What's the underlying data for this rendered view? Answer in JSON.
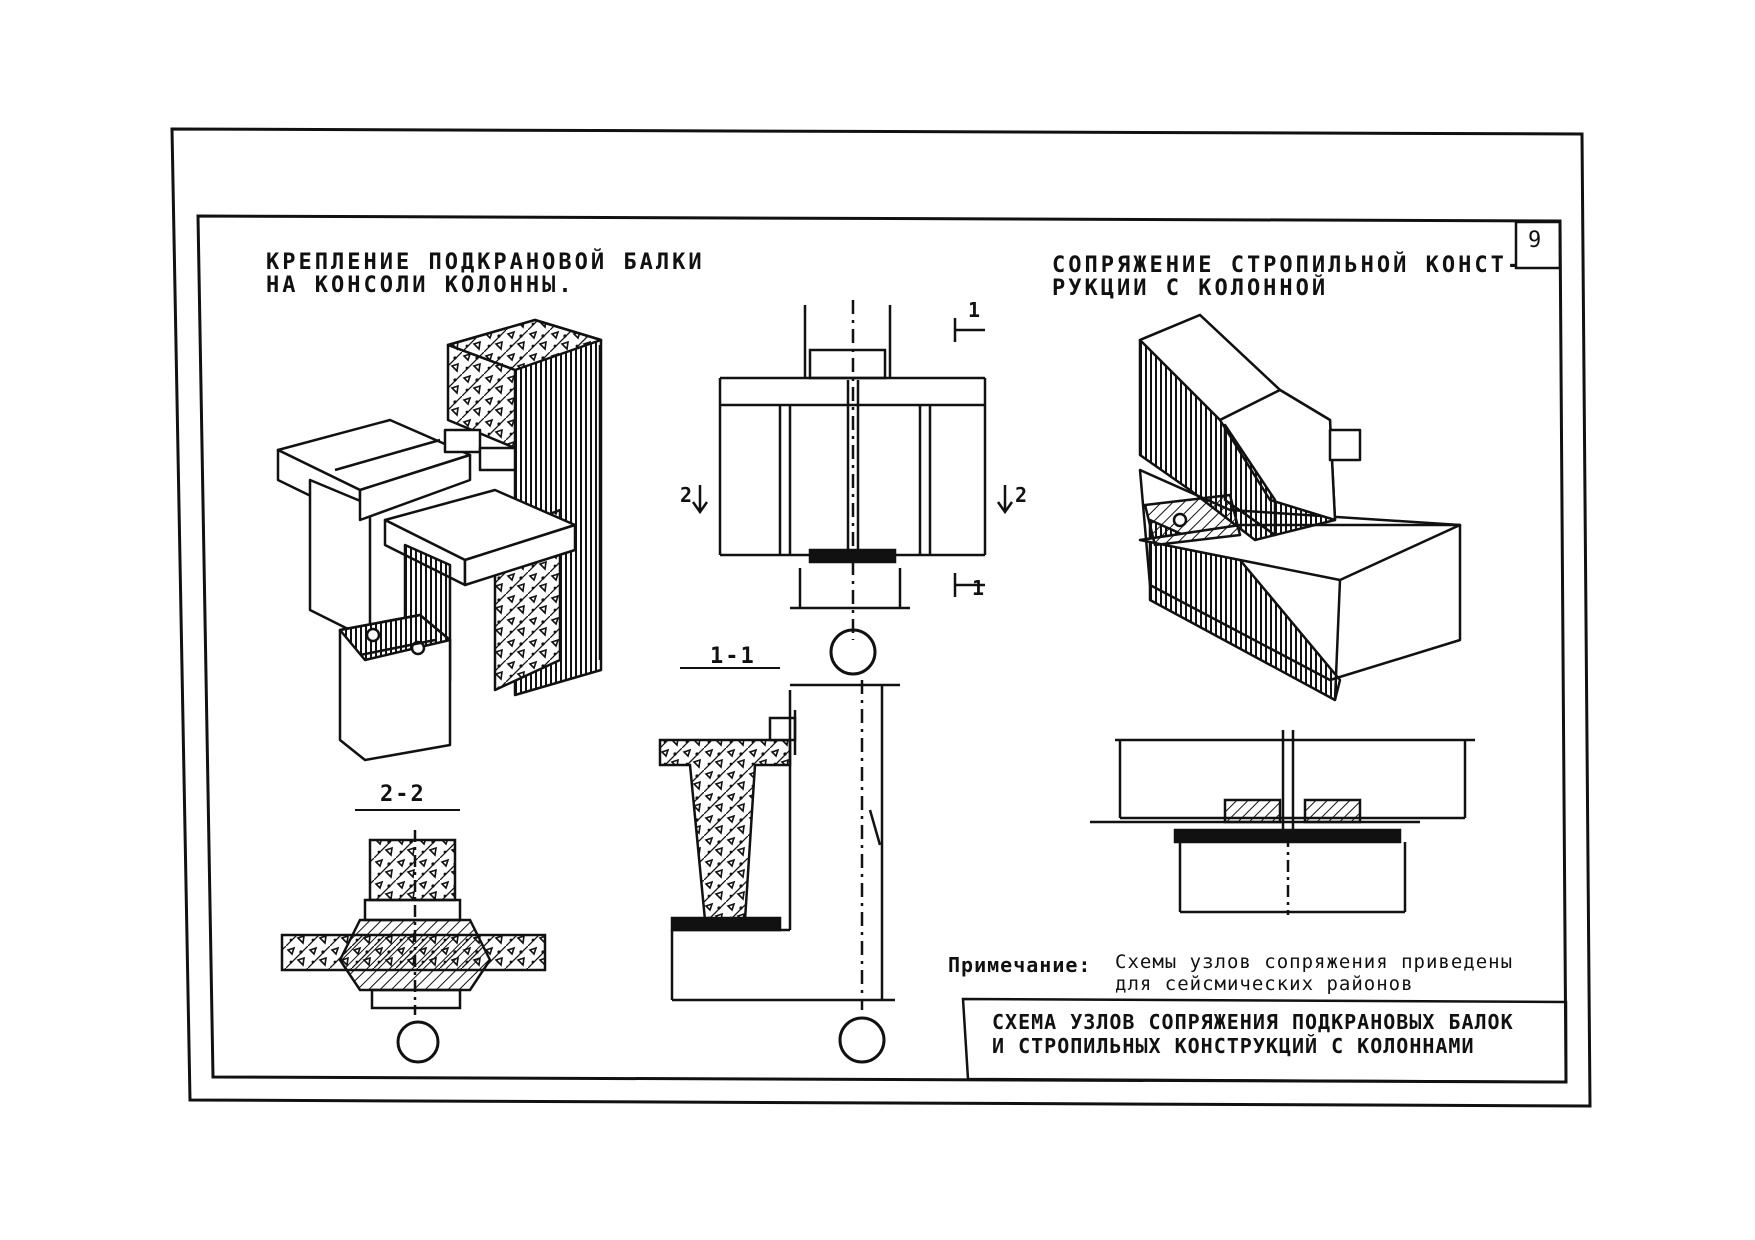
{
  "sheet": {
    "page_number": "9"
  },
  "left_block": {
    "heading_line1": "КРЕПЛЕНИЕ  ПОДКРАНОВОЙ  БАЛКИ",
    "heading_line2": "НА  КОНСОЛИ  КОЛОННЫ."
  },
  "right_block": {
    "heading_line1": "СОПРЯЖЕНИЕ  СТРОПИЛЬНОЙ  КОНСТ-",
    "heading_line2": "РУКЦИИ  С  КОЛОННОЙ"
  },
  "section_marks": {
    "section_1_1": "1-1",
    "section_2_2": "2-2",
    "cut_1_top": "1",
    "cut_1_bottom": "1",
    "cut_2_left": "2",
    "cut_2_right": "2"
  },
  "note": {
    "label": "Примечание:",
    "line1": "Схемы узлов сопряжения приведены",
    "line2": "для сейсмических районов"
  },
  "title_block": {
    "line1": "СХЕМА УЗЛОВ СОПРЯЖЕНИЯ ПОДКРАНОВЫХ БАЛОК",
    "line2": "И СТРОПИЛЬНЫХ КОНСТРУКЦИЙ С КОЛОННАМИ"
  }
}
